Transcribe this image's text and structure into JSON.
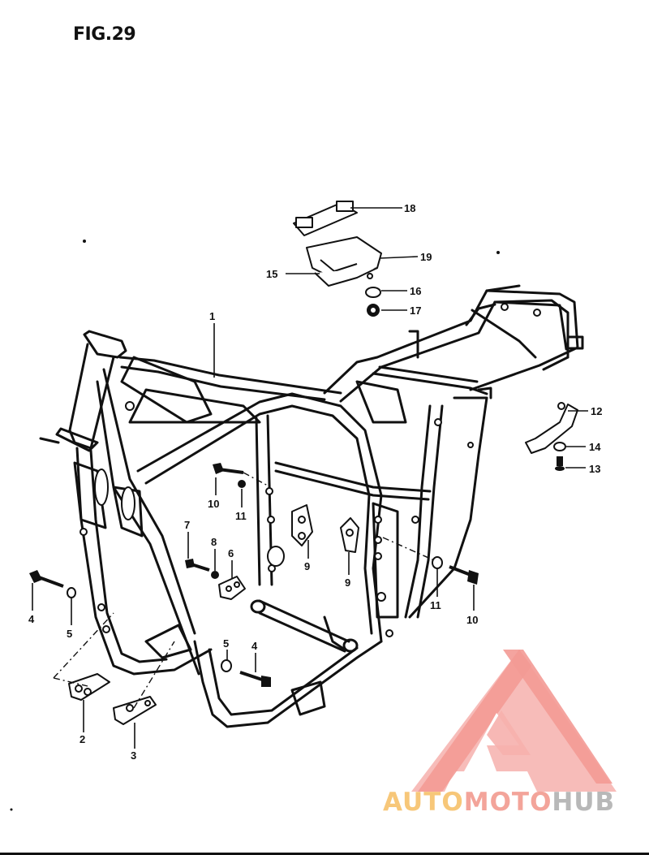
{
  "figure": {
    "title": "FIG.29"
  },
  "callouts": [
    {
      "id": "c1",
      "label": "1"
    },
    {
      "id": "c2",
      "label": "2"
    },
    {
      "id": "c3",
      "label": "3"
    },
    {
      "id": "c4a",
      "label": "4"
    },
    {
      "id": "c4b",
      "label": "4"
    },
    {
      "id": "c5a",
      "label": "5"
    },
    {
      "id": "c5b",
      "label": "5"
    },
    {
      "id": "c6",
      "label": "6"
    },
    {
      "id": "c7",
      "label": "7"
    },
    {
      "id": "c8",
      "label": "8"
    },
    {
      "id": "c9a",
      "label": "9"
    },
    {
      "id": "c9b",
      "label": "9"
    },
    {
      "id": "c10a",
      "label": "10"
    },
    {
      "id": "c10b",
      "label": "10"
    },
    {
      "id": "c11a",
      "label": "11"
    },
    {
      "id": "c11b",
      "label": "11"
    },
    {
      "id": "c12",
      "label": "12"
    },
    {
      "id": "c13",
      "label": "13"
    },
    {
      "id": "c14",
      "label": "14"
    },
    {
      "id": "c15",
      "label": "15"
    },
    {
      "id": "c16",
      "label": "16"
    },
    {
      "id": "c17",
      "label": "17"
    },
    {
      "id": "c18",
      "label": "18"
    },
    {
      "id": "c19",
      "label": "19"
    }
  ],
  "watermark": {
    "part1": "AUTO",
    "part2": "MOTO",
    "part3": "HUB",
    "logo": "triangle-m-logo",
    "colors": {
      "auto": "#f7c779",
      "moto": "#f3a49a",
      "hub": "#b8b8b8",
      "logo_fill": "#f4a3a0"
    }
  },
  "line_color": "#111111",
  "background": "#ffffff"
}
